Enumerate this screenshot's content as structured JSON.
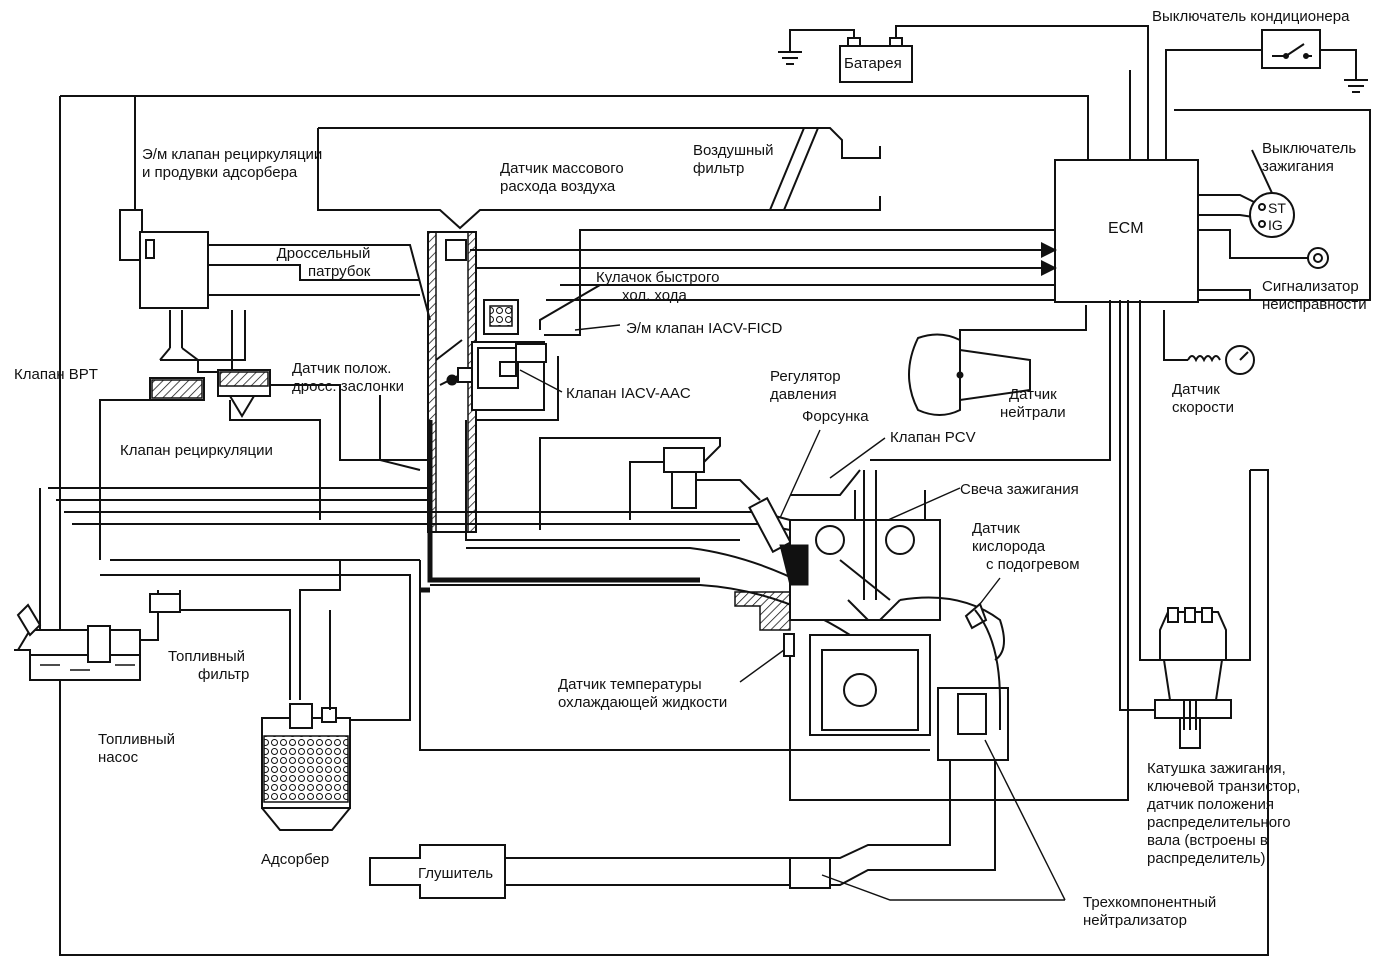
{
  "labels": {
    "battery": "Батарея",
    "ac_switch": "Выключатель кондиционера",
    "egr_solenoid": [
      "Э/м клапан рециркуляции",
      "и продувки адсорбера"
    ],
    "maf_sensor": [
      "Датчик массового",
      "расхода воздуха"
    ],
    "air_filter": [
      "Воздушный",
      "фильтр"
    ],
    "throttle_body": [
      "Дроссельный",
      "патрубок"
    ],
    "fast_idle_cam": [
      "Кулачок быстрого",
      "хол. хода"
    ],
    "iacv_ficd": "Э/м клапан IACV-FICD",
    "bpt_valve": "Клапан BPT",
    "tps": [
      "Датчик полож.",
      "дросс. заслонки"
    ],
    "iacv_aac": "Клапан IACV-AAC",
    "pressure_regulator": [
      "Регулятор",
      "давления"
    ],
    "injector": "Форсунка",
    "egr_valve": "Клапан рециркуляции",
    "pcv_valve": "Клапан PCV",
    "spark_plug": "Свеча зажигания",
    "oxygen_sensor": [
      "Датчик",
      "кислорода",
      "с подогревом"
    ],
    "ignition_switch": [
      "Выключатель",
      "зажигания"
    ],
    "ecm": "ECM",
    "malfunction_indicator": [
      "Сигнализатор",
      "неисправности"
    ],
    "neutral_sensor": [
      "Датчик",
      "нейтрали"
    ],
    "speed_sensor": [
      "Датчик",
      "скорости"
    ],
    "fuel_filter": [
      "Топливный",
      "фильтр"
    ],
    "fuel_pump": [
      "Топливный",
      "насос"
    ],
    "coolant_temp_sensor": [
      "Датчик температуры",
      "охлаждающей жидкости"
    ],
    "canister": "Адсорбер",
    "muffler": "Глушитель",
    "catalyst": [
      "Трехкомпонентный",
      "нейтрализатор"
    ],
    "distributor": [
      "Катушка зажигания,",
      "ключевой транзистор,",
      "датчик положения",
      "распределительного",
      "вала (встроены в",
      "распределитель)"
    ],
    "ig_switch_st": "ST",
    "ig_switch_ig": "IG"
  }
}
